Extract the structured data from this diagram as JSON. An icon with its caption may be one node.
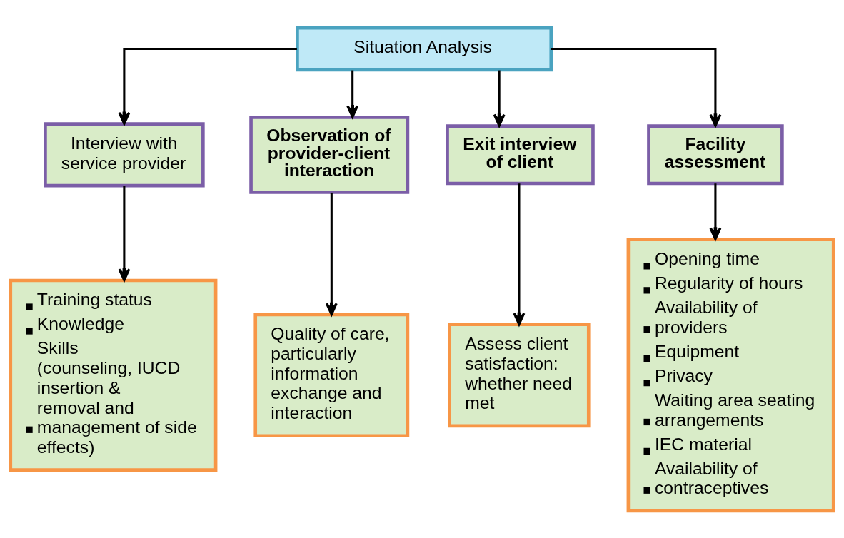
{
  "diagram": {
    "nodes": [
      {
        "text": [
          "Situation Analysis"
        ]
      },
      {
        "text": [
          "Interview with service provider"
        ]
      },
      {
        "text": [
          "Observation of provider-client interaction"
        ]
      },
      {
        "text": [
          "Exit interview of client"
        ]
      },
      {
        "text": [
          "Facility assessment"
        ]
      },
      {
        "text": [
          "Training status",
          "Knowledge",
          "Skills (counseling, IUCD insertion & removal and management of side effects)"
        ]
      },
      {
        "text": [
          "Quality of care, particularly information exchange and interaction"
        ]
      },
      {
        "text": [
          "Assess client satisfaction: whether need met"
        ]
      },
      {
        "text": [
          "Opening time",
          "Regularity of hours",
          "Availability of providers",
          "Equipment",
          "Privacy",
          "Waiting area seating arrangements",
          "IEC material",
          "Availability of contraceptives"
        ]
      }
    ],
    "edges": [
      {
        "from": 0,
        "to": 1,
        "arrow": "to"
      },
      {
        "from": 0,
        "to": 2,
        "arrow": "to"
      },
      {
        "from": 0,
        "to": 3,
        "arrow": "to"
      },
      {
        "from": 0,
        "to": 4,
        "arrow": "to"
      },
      {
        "from": 1,
        "to": 5,
        "arrow": "to"
      },
      {
        "from": 2,
        "to": 6,
        "arrow": "to"
      },
      {
        "from": 3,
        "to": 7,
        "arrow": "to"
      },
      {
        "from": 4,
        "to": 8,
        "arrow": "to"
      }
    ]
  }
}
